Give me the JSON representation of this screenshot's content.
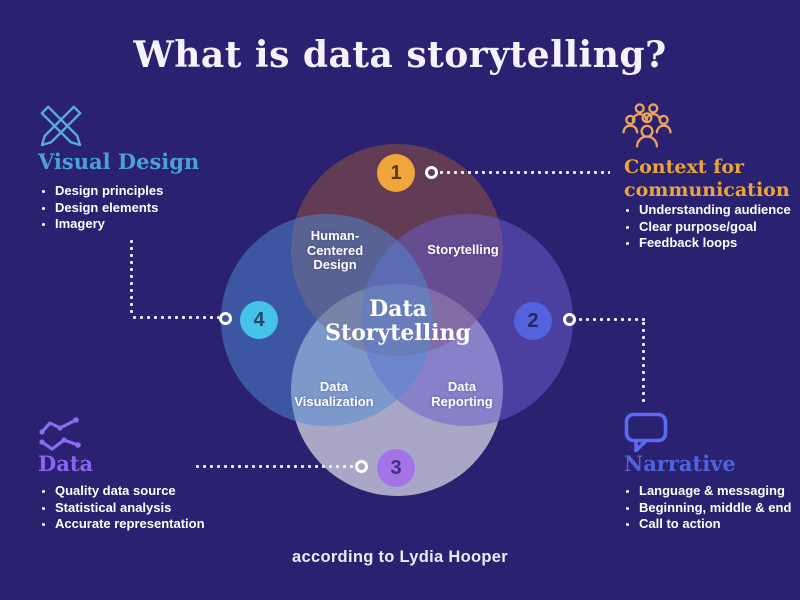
{
  "page": {
    "title": "What is data storytelling?",
    "attribution": "according to Lydia Hooper",
    "background_color": "#2a2170"
  },
  "sections": {
    "visual_design": {
      "icon": "crossed-pencils-icon",
      "heading": "Visual Design",
      "heading_color": "#4aa0d8",
      "badge": "4",
      "bullets": [
        "Design principles",
        "Design elements",
        "Imagery"
      ]
    },
    "context_for_communication": {
      "icon": "audience-people-icon",
      "heading_line1": "Context for",
      "heading_line2": "communication",
      "heading_color": "#e9a43c",
      "badge": "1",
      "bullets": [
        "Understanding audience",
        "Clear purpose/goal",
        "Feedback loops"
      ]
    },
    "data": {
      "icon": "line-chart-icon",
      "heading": "Data",
      "heading_color": "#8a63f0",
      "badge": "3",
      "bullets": [
        "Quality data source",
        "Statistical analysis",
        "Accurate representation"
      ]
    },
    "narrative": {
      "icon": "speech-bubble-icon",
      "heading": "Narrative",
      "heading_color": "#4f63dc",
      "badge": "2",
      "bullets": [
        "Language & messaging",
        "Beginning, middle & end",
        "Call to action"
      ]
    }
  },
  "venn": {
    "center": {
      "line1": "Data",
      "line2": "Storytelling"
    },
    "regions": {
      "top_left": {
        "line1": "Human-",
        "line2": "Centered",
        "line3": "Design"
      },
      "top_right": {
        "line1": "Storytelling"
      },
      "bottom_left": {
        "line1": "Data",
        "line2": "Visualization"
      },
      "bottom_right": {
        "line1": "Data",
        "line2": "Reporting"
      }
    },
    "circle_colors": {
      "top": "#96553c",
      "left": "#508cd2",
      "right": "#6a5ecc",
      "bottom": "#ffffff"
    }
  },
  "badges": {
    "one": {
      "label": "1",
      "color": "#f0a63c"
    },
    "two": {
      "label": "2",
      "color": "#5363dd"
    },
    "three": {
      "label": "3",
      "color": "#a173e6"
    },
    "four": {
      "label": "4",
      "color": "#45c2e8"
    }
  }
}
